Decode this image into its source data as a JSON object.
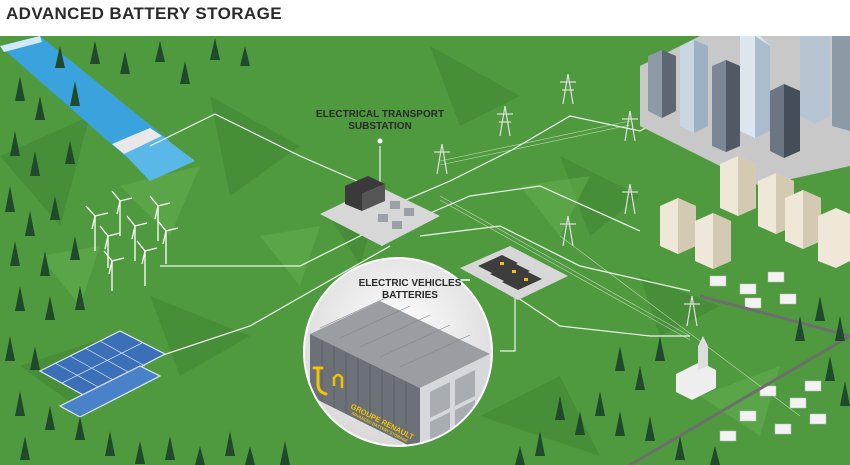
{
  "title": "ADVANCED BATTERY STORAGE",
  "labels": {
    "substation_line1": "ELECTRICAL TRANSPORT",
    "substation_line2": "SUBSTATION",
    "ev_line1": "ELECTRIC VEHICLES",
    "ev_line2": "BATTERIES",
    "container_brand": "GROUPE RENAULT",
    "container_sub": "ADVANCED BATTERY STORAGE"
  },
  "colors": {
    "grass": "#4f9a3e",
    "grass_dark": "#3f8532",
    "water": "#3aa3de",
    "tree": "#1f4a2c",
    "power_line": "#ffffff",
    "accent_yellow": "#f2c400"
  }
}
